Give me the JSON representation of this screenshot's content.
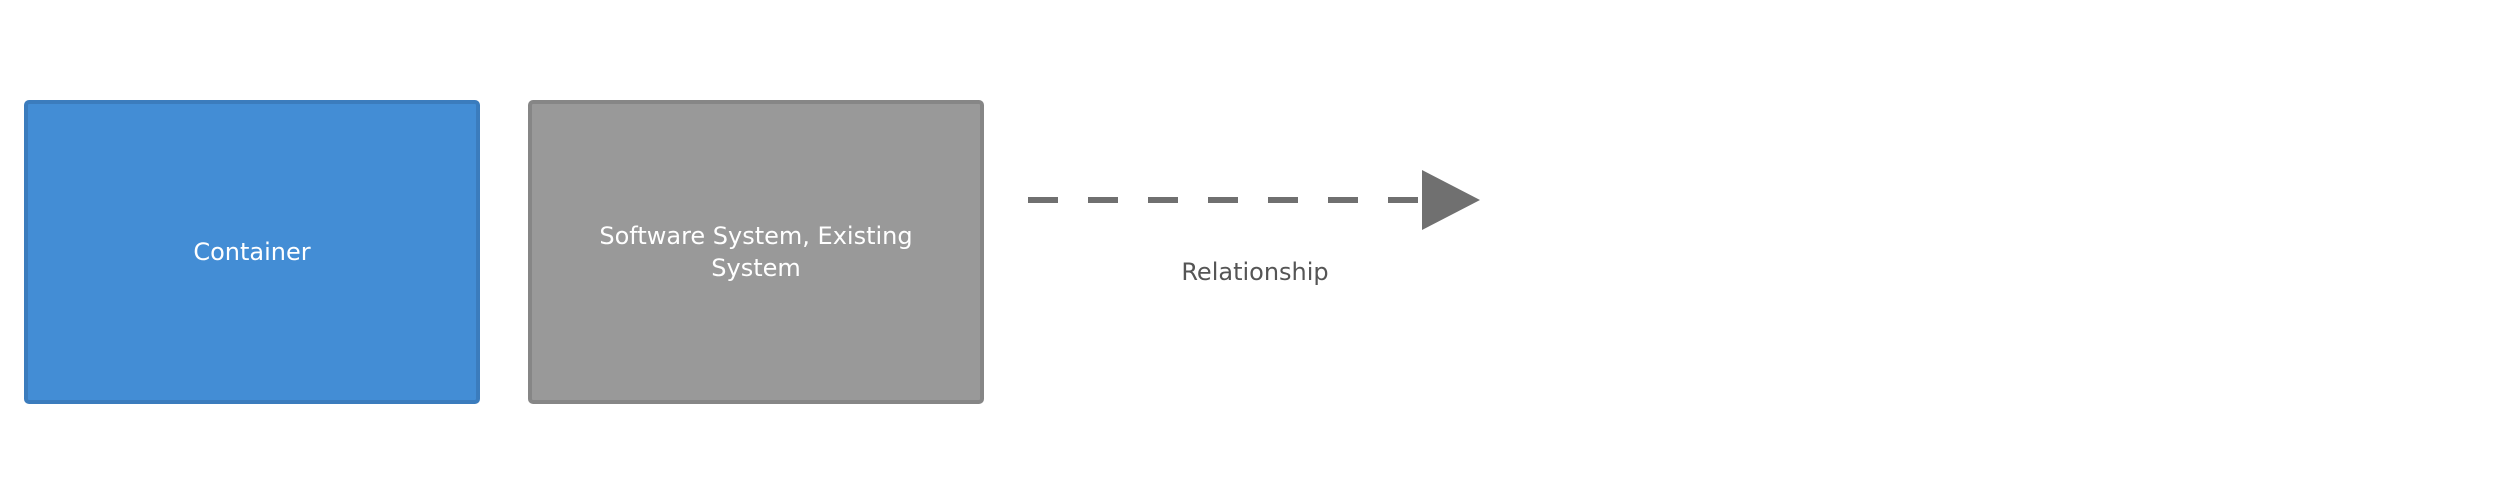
{
  "diagram": {
    "elements": [
      {
        "id": "container",
        "label": "Container",
        "fill": "#438dd5",
        "stroke": "#3b7cbd"
      },
      {
        "id": "software-system",
        "label": "Software System, Existing System",
        "fill": "#999999",
        "stroke": "#868686"
      }
    ],
    "relationship": {
      "label": "Relationship",
      "line_style": "dashed",
      "color": "#707070"
    }
  }
}
